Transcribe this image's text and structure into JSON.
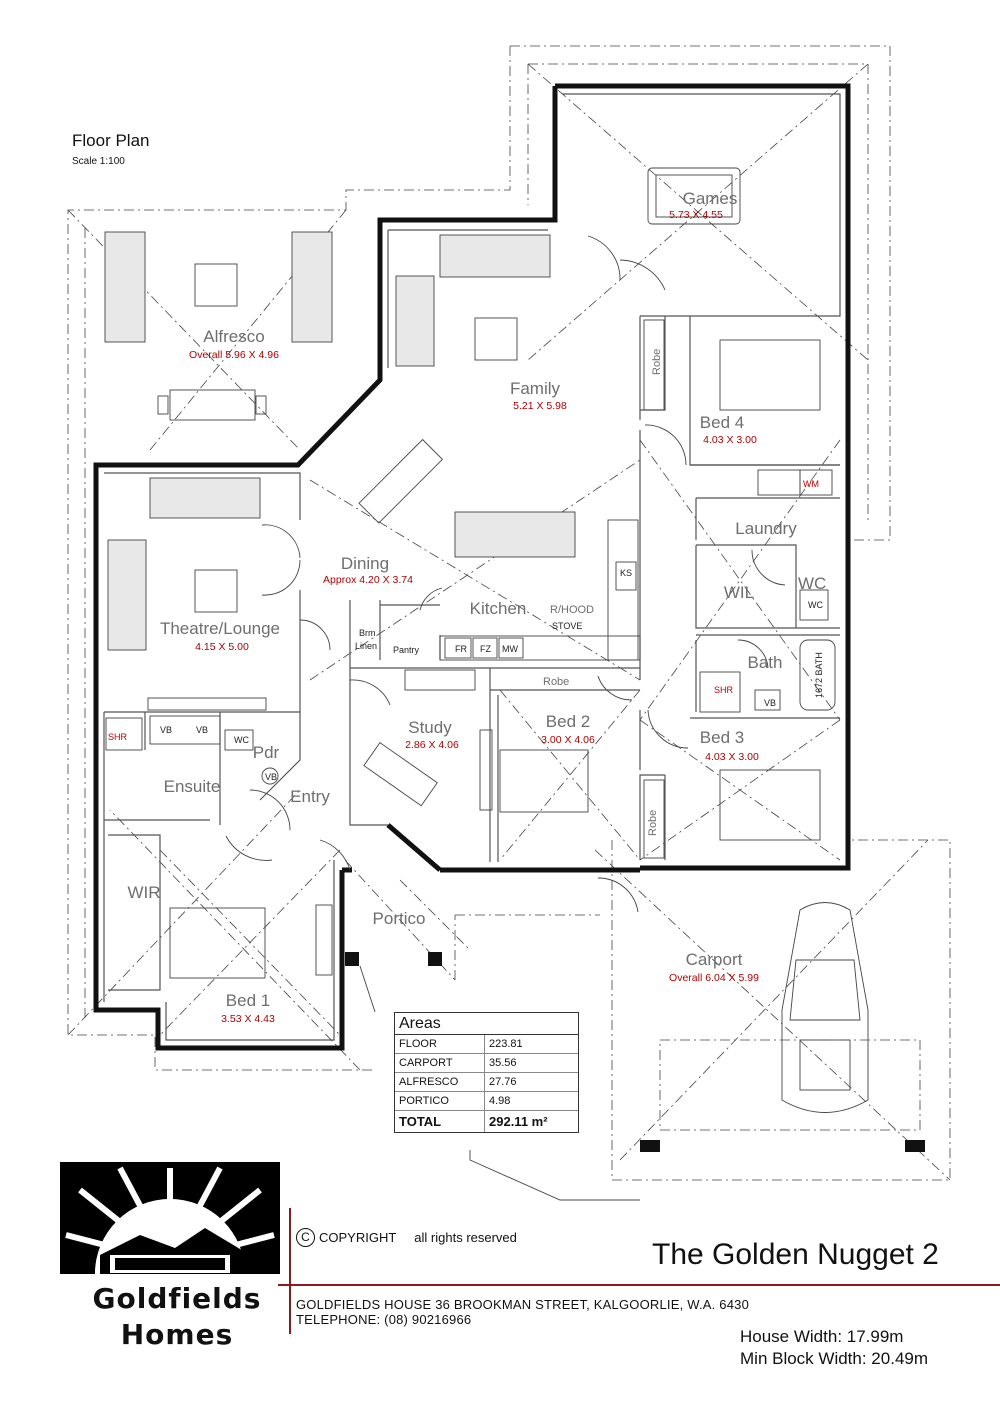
{
  "plan": {
    "title": "Floor Plan",
    "scale": "Scale 1:100"
  },
  "rooms": [
    {
      "id": "games",
      "name": "Games",
      "dims": "5.73 X 4.55"
    },
    {
      "id": "alfresco",
      "name": "Alfresco",
      "dims": "Overall  5.96 X 4.96"
    },
    {
      "id": "family",
      "name": "Family",
      "dims": "5.21 X 5.98"
    },
    {
      "id": "bed4",
      "name": "Bed 4",
      "dims": "4.03 X 3.00"
    },
    {
      "id": "laundry",
      "name": "Laundry",
      "dims": ""
    },
    {
      "id": "dining",
      "name": "Dining",
      "dims": "Approx  4.20 X 3.74"
    },
    {
      "id": "theatre",
      "name": "Theatre/Lounge",
      "dims": "4.15 X 5.00"
    },
    {
      "id": "kitchen",
      "name": "Kitchen",
      "dims": ""
    },
    {
      "id": "wil",
      "name": "WIL",
      "dims": ""
    },
    {
      "id": "bath",
      "name": "Bath",
      "dims": ""
    },
    {
      "id": "study",
      "name": "Study",
      "dims": "2.86 X 4.06"
    },
    {
      "id": "bed2",
      "name": "Bed 2",
      "dims": "3.00 X 4.06"
    },
    {
      "id": "bed3",
      "name": "Bed 3",
      "dims": "4.03 X 3.00"
    },
    {
      "id": "ensuite",
      "name": "Ensuite",
      "dims": ""
    },
    {
      "id": "pdr",
      "name": "Pdr",
      "dims": ""
    },
    {
      "id": "entry",
      "name": "Entry",
      "dims": ""
    },
    {
      "id": "wir",
      "name": "WIR",
      "dims": ""
    },
    {
      "id": "portico",
      "name": "Portico",
      "dims": ""
    },
    {
      "id": "bed1",
      "name": "Bed 1",
      "dims": "3.53 X 4.43"
    },
    {
      "id": "carport",
      "name": "Carport",
      "dims": "Overall  6.04 X 5.99"
    }
  ],
  "fixture_labels": {
    "robe1": "Robe",
    "robe2": "Robe",
    "robe3": "Robe",
    "wm": "WM",
    "wc1": "WC",
    "wc2": "WC",
    "wc3": "WC",
    "shr1": "SHR",
    "shr2": "SHR",
    "bath_size": "1672 BATH",
    "vb1": "VB",
    "vb2": "VB",
    "vb3": "VB",
    "vb4": "VB",
    "ks": "KS",
    "rhood": "R/HOOD",
    "stove": "STOVE",
    "fr": "FR",
    "fz": "FZ",
    "mw": "MW",
    "pantry": "Pantry",
    "brm": "Brm",
    "linen": "Linen"
  },
  "areas": {
    "title": "Areas",
    "rows": [
      {
        "label": "FLOOR",
        "value": "223.81"
      },
      {
        "label": "CARPORT",
        "value": "35.56"
      },
      {
        "label": "ALFRESCO",
        "value": "27.76"
      },
      {
        "label": "PORTICO",
        "value": "4.98"
      }
    ],
    "total_label": "TOTAL",
    "total_value": "292.11 m²"
  },
  "footer": {
    "copyright_symbol": "C",
    "copyright": "COPYRIGHT",
    "rights": "all rights reserved",
    "design_name": "The Golden Nugget 2",
    "address_line1": "GOLDFIELDS HOUSE 36 BROOKMAN STREET, KALGOORLIE, W.A. 6430",
    "address_line2": "TELEPHONE: (08) 90216966",
    "house_width": "House Width: 17.99m",
    "min_block_width": "Min Block Width: 20.49m",
    "brand_line1": "Goldfields",
    "brand_line2": "Homes"
  }
}
